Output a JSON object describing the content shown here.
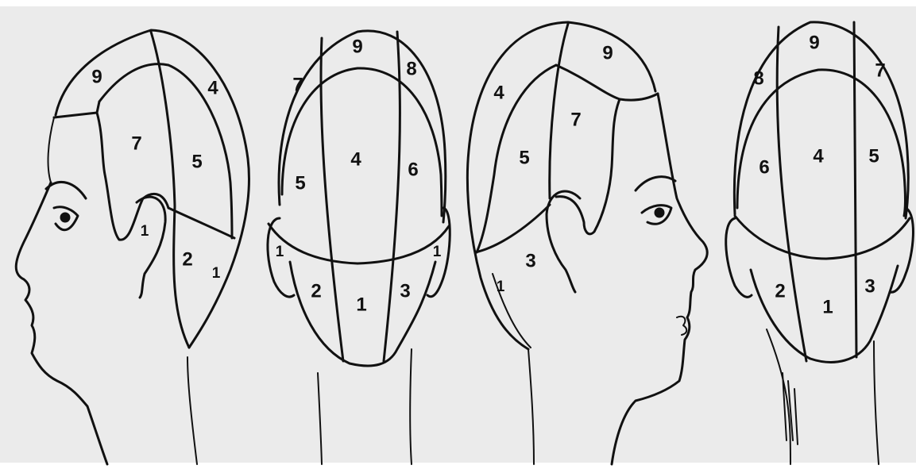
{
  "colors": {
    "background": "#ebebeb",
    "ink": "#111111"
  },
  "views": [
    {
      "name": "left profile",
      "labels": {
        "s9": "9",
        "s7": "7",
        "s4": "4",
        "s5": "5",
        "s2": "2",
        "s1": "1",
        "ear": "1"
      }
    },
    {
      "name": "back",
      "labels": {
        "s9": "9",
        "s7": "7",
        "s8": "8",
        "s4": "4",
        "s5": "5",
        "s6": "6",
        "s1": "1",
        "s2": "2",
        "s3": "3",
        "ear_left": "1",
        "ear_right": "1"
      }
    },
    {
      "name": "right profile",
      "labels": {
        "s9": "9",
        "s4": "4",
        "s7": "7",
        "s5": "5",
        "s3": "3",
        "s1": "1"
      }
    },
    {
      "name": "back",
      "labels": {
        "s9": "9",
        "s8": "8",
        "s7": "7",
        "s4": "4",
        "s6": "6",
        "s5": "5",
        "s2": "2",
        "s1": "1",
        "s3": "3"
      }
    }
  ]
}
